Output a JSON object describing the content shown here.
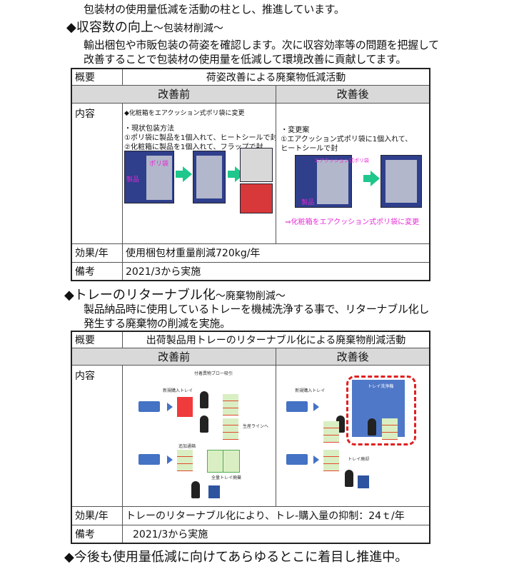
{
  "intro_line": "包装材の使用量低減を活動の柱とし、推進しています。",
  "section1": {
    "heading": "◆収容数の向上",
    "heading_sub": "～包装材削減～",
    "para": [
      "輸出梱包や市販包装の荷姿を確認します。次に収容効率等の問題を把握して",
      "改善することで包装材の使用量を低減して環境改善に貢献してます。"
    ],
    "table": {
      "overview_label": "概要",
      "overview": "荷姿改善による廃棄物低減活動",
      "before_header": "改善前",
      "after_header": "改善後",
      "content_label": "内容",
      "before": {
        "title": "◆化粧箱をエアクッション式ポリ袋に変更",
        "lines": [
          "・現状包装方法",
          "①ポリ袋に製品を1個入れて、ヒートシールで封",
          "②化粧箱に製品を1個入れて、フラップで封"
        ],
        "photo_labels": [
          "ポリ袋",
          "製品"
        ]
      },
      "after": {
        "lines": [
          "・変更案",
          "①エアクッション式ポリ袋に1個入れて、",
          "ヒートシールで封"
        ],
        "photo_labels": [
          "エアクッション式ポリ袋",
          "製品"
        ],
        "note": "⇒化粧箱をエアクッション式ポリ袋に変更"
      },
      "effect_label": "効果/年",
      "effect": "使用梱包材重量削減720kg/年",
      "remarks_label": "備考",
      "remarks": "2021/3から実施"
    }
  },
  "section2": {
    "heading": "◆トレーのリターナブル化",
    "heading_sub": "～廃棄物削減～",
    "para": [
      "製品納品時に使用しているトレーを機械洗浄する事で、リターナブル化し",
      "発生する廃棄物の削減を実施。"
    ],
    "table": {
      "overview_label": "概要",
      "overview": "出荷製品用トレーのリターナブル化による廃棄物削減活動",
      "before_header": "改善前",
      "after_header": "改善後",
      "content_label": "内容",
      "before": {
        "labels": [
          "付着異物ブロー吸引",
          "新規購入トレイ",
          "生産ラインへ",
          "追加通箱",
          "全量トレイ廃棄"
        ]
      },
      "after": {
        "labels": [
          "新規購入トレイ",
          "トレイ洗浄機",
          "トレイ廃却"
        ]
      },
      "effect_label": "効果/年",
      "effect": "トレーのリターナブル化により、トレ-購入量の抑制：24ｔ/年",
      "remarks_label": "備考",
      "remarks": "2021/3から実施"
    }
  },
  "closing": "◆今後も使用量低減に向けてあらゆるとこに着目し推進中。",
  "colors": {
    "header_gray": "#d9d9d9",
    "arrow_green": "#1fc78c",
    "note_pink": "#e62ad6",
    "diagram_blue": "#4472c4"
  }
}
